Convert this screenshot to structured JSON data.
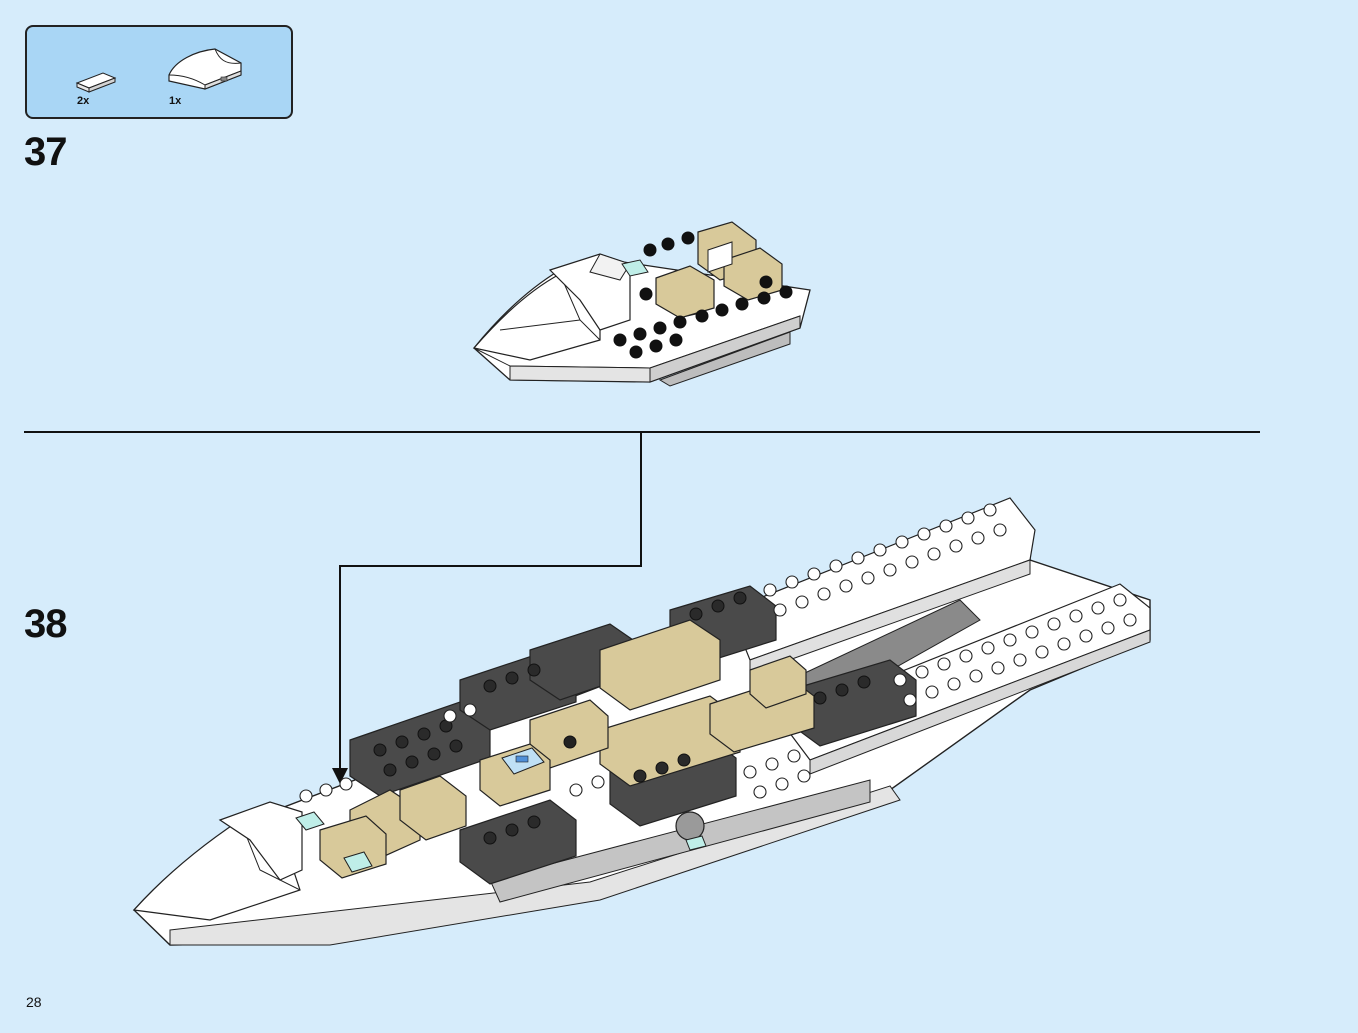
{
  "parts_callout": {
    "items": [
      {
        "qty": "2x",
        "icon": "tile-1x2-white-icon"
      },
      {
        "qty": "1x",
        "icon": "wedge-curved-white-icon"
      }
    ]
  },
  "steps": [
    {
      "number": "37",
      "model_icon": "ship-front-assembly-icon"
    },
    {
      "number": "38",
      "model_icon": "ship-full-assembly-icon"
    }
  ],
  "page": {
    "number": "28"
  },
  "colors": {
    "background": "#d6ecfb",
    "callout": "#a9d6f5",
    "white_brick": "#ffffff",
    "tan_brick": "#d8c99a",
    "dark_brick": "#4a4a4a",
    "grey_brick": "#b8b8b8",
    "trans_clear": "#bfeee8"
  }
}
